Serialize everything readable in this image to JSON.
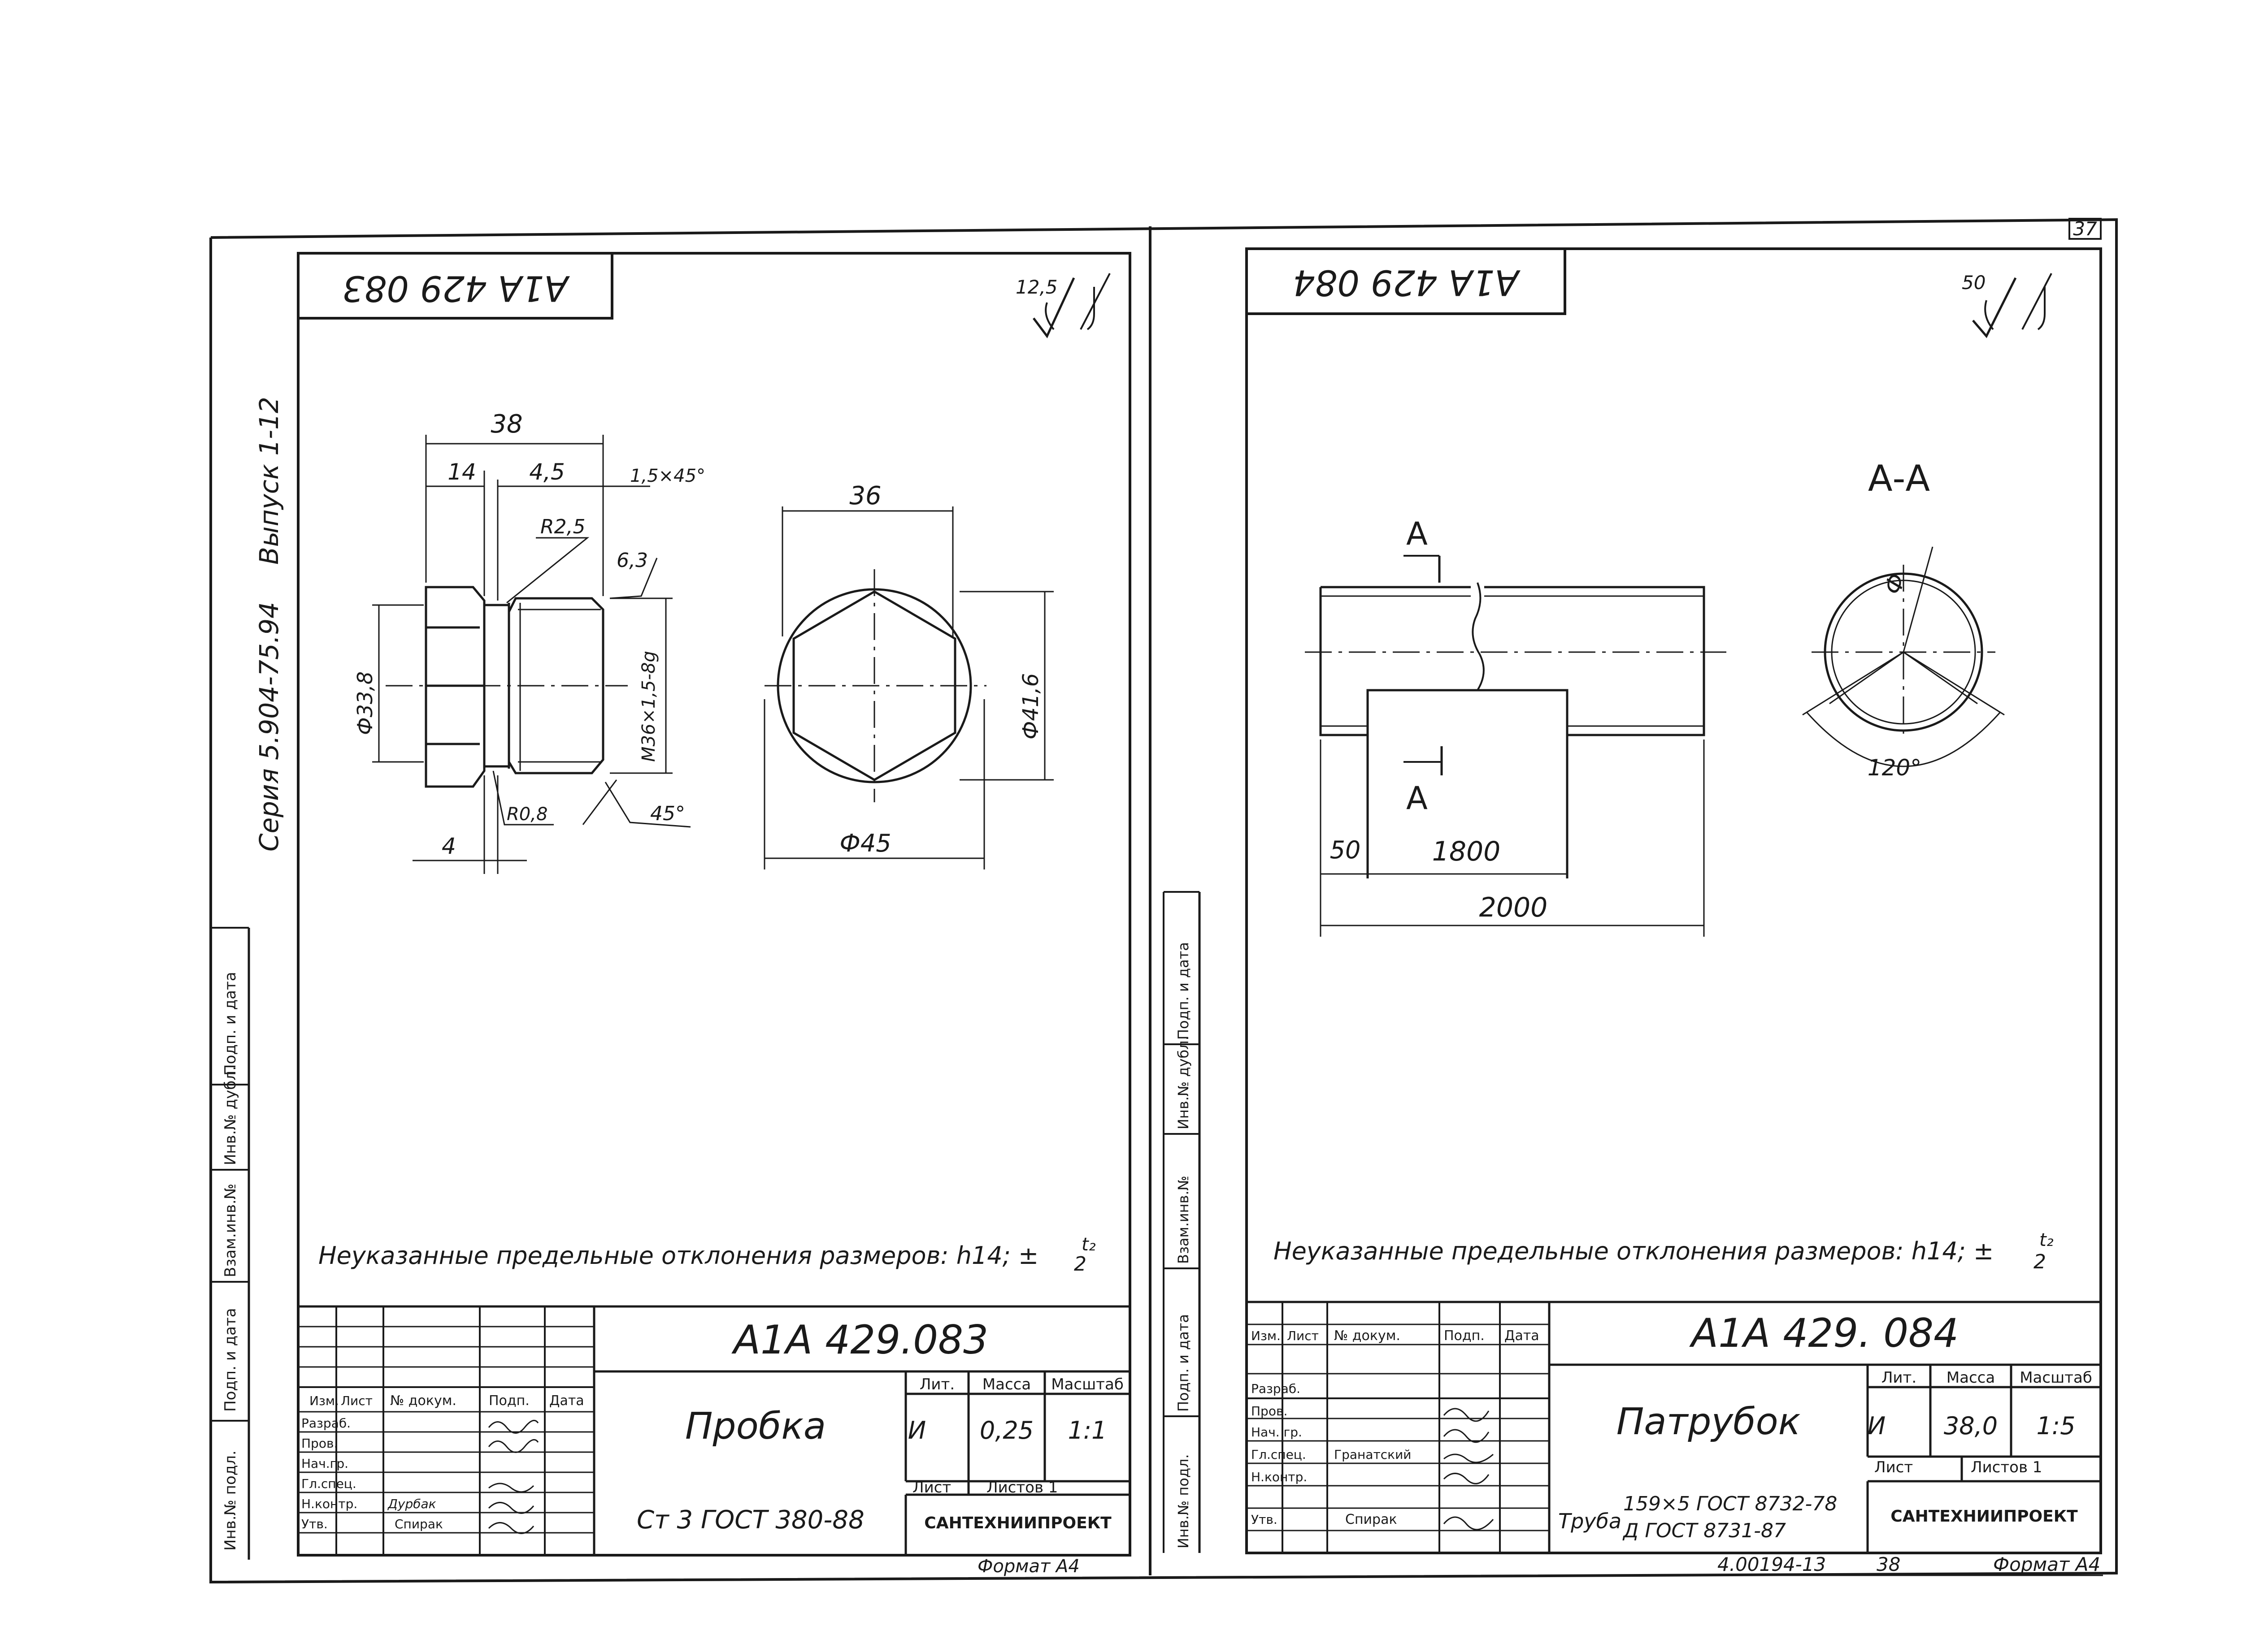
{
  "page_number": "37",
  "series_vertical": "Серия 5.904-75.94",
  "issue_vertical": "Выпуск 1-12",
  "stamp_labels": [
    "Подп. и дата",
    "Инв.№ дубл.",
    "Взам.инв.№",
    "Подп. и дата",
    "Инв.№ подл."
  ],
  "left": {
    "code_rotated": "А1А 429 083",
    "roughness": "12,5",
    "dims": {
      "d38": "38",
      "d14": "14",
      "d4_5": "4,5",
      "chamfer": "1,5×45°",
      "r25": "R2,5",
      "r6_3": "6,3",
      "thread": "М36×1,5-8g",
      "dia338": "Ф33,8",
      "r08": "R0,8",
      "a45": "45°",
      "d4": "4",
      "d36": "36",
      "dia416": "Ф41,6",
      "dia45": "Ф45"
    },
    "note": "Неуказанные предельные отклонения размеров: h14; ±",
    "note_frac_top": "t₂",
    "note_frac_bottom": "2",
    "title_code": "А1А 429.083",
    "name": "Пробка",
    "lit_header": "Лит.",
    "mass_header": "Масса",
    "scale_header": "Масштаб",
    "lit": "И",
    "mass": "0,25",
    "scale": "1:1",
    "sheet_label": "Лист",
    "sheets_label": "Листов 1",
    "material": "Ст 3  ГОСТ 380-88",
    "org": "САНТЕХНИИПРОЕКТ",
    "rev_headers": [
      "Изм.",
      "Лист",
      "№ докум.",
      "Подп.",
      "Дата"
    ],
    "roles": [
      "Разраб.",
      "Пров.",
      "Нач.гр.",
      "Гл.спец.",
      "Н.контр.",
      "Утв."
    ],
    "names": [
      "",
      "",
      "",
      "",
      "Дурбак",
      "Спирак"
    ],
    "format": "Формат А4"
  },
  "right": {
    "code_rotated": "А1А 429 084",
    "roughness": "50",
    "section_title": "А-А",
    "section_mark_top": "А",
    "section_mark_bottom": "А",
    "section_phi": "Ф",
    "angle": "120°",
    "dims": {
      "d50": "50",
      "d1800": "1800",
      "d2000": "2000"
    },
    "note": "Неуказанные предельные отклонения размеров: h14; ±",
    "note_frac_top": "t₂",
    "note_frac_bottom": "2",
    "title_code": "А1А 429. 084",
    "name": "Патрубок",
    "lit_header": "Лит.",
    "mass_header": "Масса",
    "scale_header": "Масштаб",
    "lit": "И",
    "mass": "38,0",
    "scale": "1:5",
    "sheet_label": "Лист",
    "sheets_label": "Листов 1",
    "material_prefix": "Труба",
    "material_line1": "159×5 ГОСТ 8732-78",
    "material_line2": "Д ГОСТ 8731-87",
    "org": "САНТЕХНИИПРОЕКТ",
    "rev_headers": [
      "Изм.",
      "Лист",
      "№ докум.",
      "Подп.",
      "Дата"
    ],
    "roles": [
      "Разраб.",
      "Пров.",
      "Нач. гр.",
      "Гл.спец.",
      "Н.контр.",
      "Утв."
    ],
    "names": [
      "",
      "",
      "",
      "Гранатский",
      "",
      "Спирак"
    ],
    "format": "Формат А4"
  },
  "footer_code": "4.00194-13",
  "footer_page": "38"
}
